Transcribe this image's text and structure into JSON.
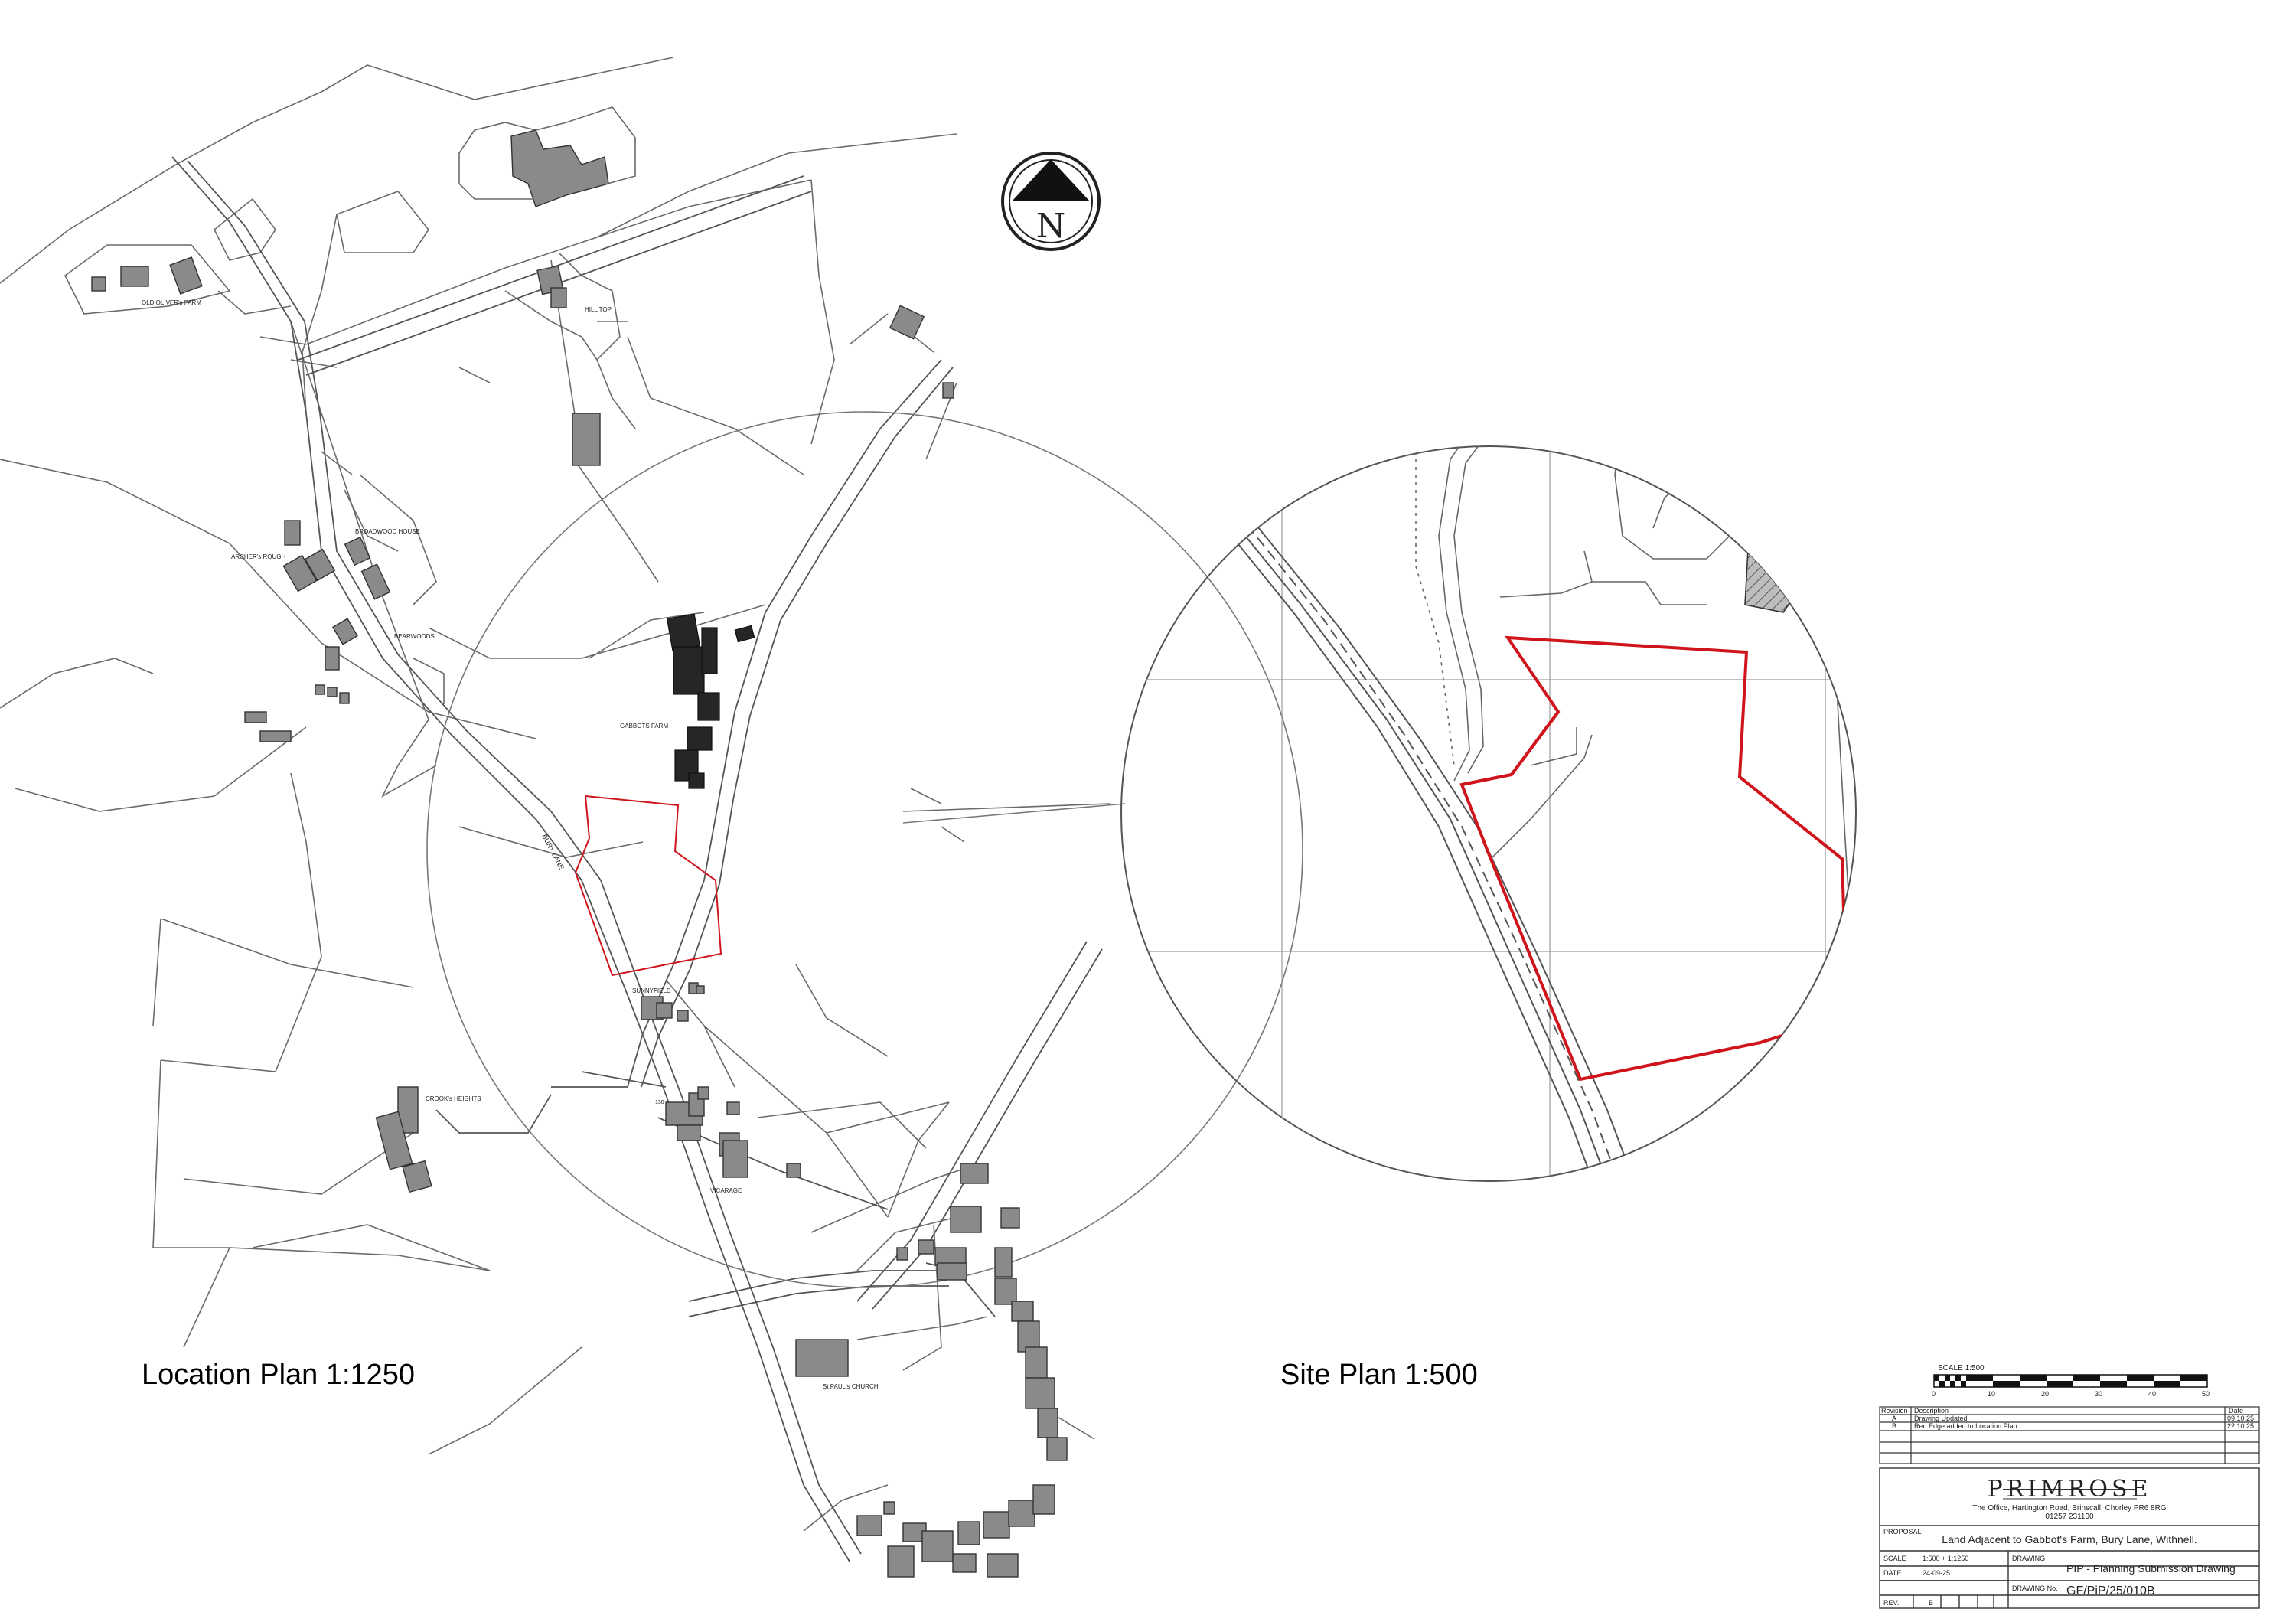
{
  "north_arrow": {
    "letter": "N"
  },
  "location_plan": {
    "title": "Location Plan  1:1250",
    "place_labels": [
      "OLD OLIVER's FARM",
      "HILL TOP",
      "BROADWOOD HOUSE",
      "ARCHER's ROUGH",
      "BEARWOODS",
      "GABBOTS FARM",
      "BURY LANE",
      "SUNNYFIELD",
      "CROOK's HEIGHTS",
      "VICARAGE",
      "St PAUL's CHURCH",
      "130"
    ]
  },
  "site_plan": {
    "title": "Site Plan  1:500"
  },
  "scale_bar": {
    "caption": "SCALE    1:500",
    "ticks": [
      "0",
      "10",
      "20",
      "30",
      "40",
      "50"
    ]
  },
  "revisions": {
    "headers": {
      "rev": "Revision",
      "desc": "Description",
      "date": "Date"
    },
    "rows": [
      {
        "rev": "A",
        "desc": "Drawing Updated",
        "date": "09.10.25"
      },
      {
        "rev": "B",
        "desc": "Red Edge added to Location Plan",
        "date": "22.10.25"
      }
    ]
  },
  "title_block": {
    "company": "PRIMROSE",
    "address": "The Office, Hartington Road, Brinscall, Chorley PR6 8RG",
    "phone": "01257    231100",
    "proposal_label": "PROPOSAL",
    "proposal": "Land Adjacent to Gabbot's Farm, Bury Lane, Withnell.",
    "scale_label": "SCALE",
    "scale": "1:500 + 1:1250",
    "date_label": "DATE",
    "date": "24-09-25",
    "drawing_label": "DRAWING",
    "drawing": "PIP - Planning Submission Drawing",
    "drawing_no_label": "DRAWING No.",
    "drawing_no": "GF/PiP/25/010B",
    "rev_label": "REV.",
    "rev": "B"
  },
  "colors": {
    "boundary_red": "#d0141c",
    "building_grey": "#8a8a8a",
    "building_dark": "#262626",
    "line": "#5a5a5a"
  }
}
